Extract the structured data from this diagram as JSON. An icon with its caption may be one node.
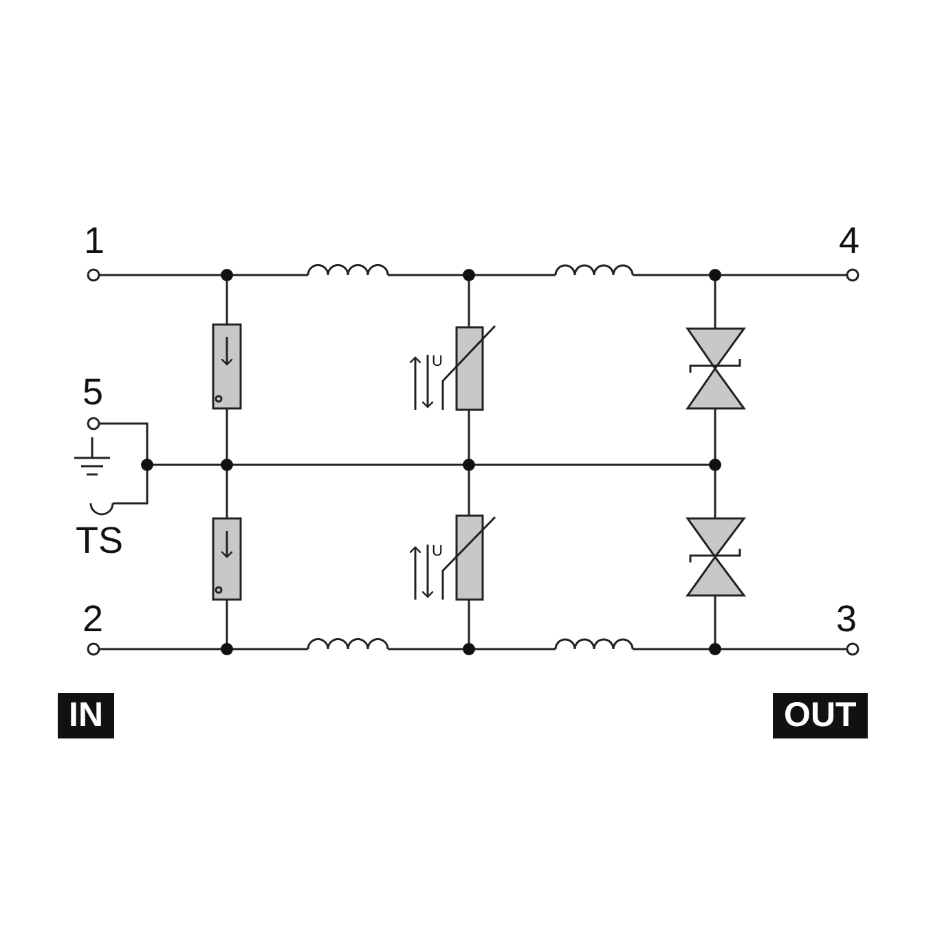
{
  "diagram": {
    "labels": [
      "1",
      "4",
      "U",
      "5",
      "TS",
      "U",
      "2",
      "3",
      "IN",
      "OUT"
    ]
  }
}
